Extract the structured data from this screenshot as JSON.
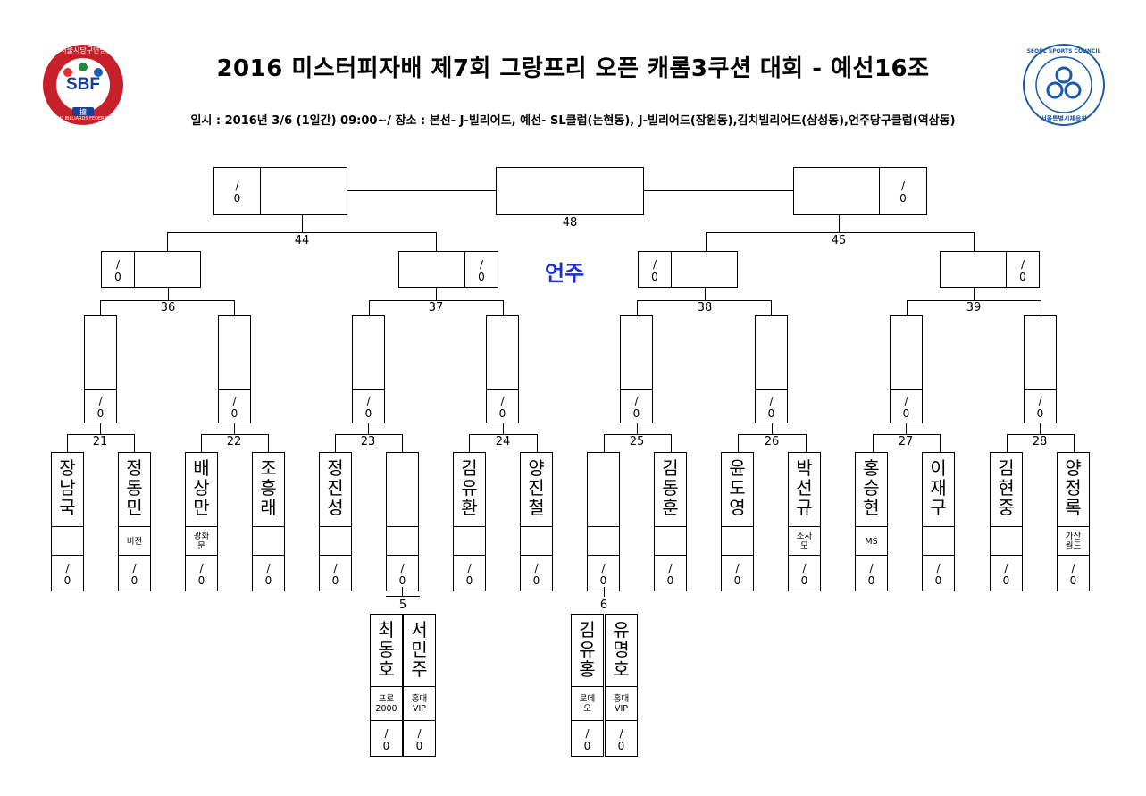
{
  "header": {
    "title": "2016 미스터피자배 제7회 그랑프리 오픈 캐롬3쿠션 대회 - 예선16조",
    "subtitle": "일시 : 2016년 3/6 (1일간) 09:00~/ 장소 : 본선- J-빌리어드, 예선- SL클럽(논현동), J-빌리어드(잠원동),김치빌리어드(삼성동),언주당구클럽(역삼동)",
    "left_logo": {
      "text": "SBF",
      "ring": "SEOUL BILLIARDS FEDERATION",
      "top": "서울시당구연맹",
      "bottom": "撞"
    },
    "right_logo": {
      "ring": "SEOUL SPORTS COUNCIL",
      "bottom": "서울특별시체육회"
    }
  },
  "venue_label": "언주",
  "score_blank": "/\n0",
  "match_numbers": {
    "m48": "48",
    "m44": "44",
    "m45": "45",
    "m36": "36",
    "m37": "37",
    "m38": "38",
    "m39": "39",
    "m21": "21",
    "m22": "22",
    "m23": "23",
    "m24": "24",
    "m25": "25",
    "m26": "26",
    "m27": "27",
    "m28": "28",
    "m5": "5",
    "m6": "6"
  },
  "players": [
    {
      "name": "장\n남\n국",
      "aff": ""
    },
    {
      "name": "정\n동\n민",
      "aff": "비젼"
    },
    {
      "name": "배\n상\n만",
      "aff": "광화\n문"
    },
    {
      "name": "조\n흥\n래",
      "aff": ""
    },
    {
      "name": "정\n진\n성",
      "aff": ""
    },
    {
      "name": "",
      "aff": ""
    },
    {
      "name": "김\n유\n환",
      "aff": ""
    },
    {
      "name": "양\n진\n철",
      "aff": ""
    },
    {
      "name": "",
      "aff": ""
    },
    {
      "name": "김\n동\n훈",
      "aff": ""
    },
    {
      "name": "윤\n도\n영",
      "aff": ""
    },
    {
      "name": "박\n선\n규",
      "aff": "조사\n모"
    },
    {
      "name": "홍\n승\n현",
      "aff": "MS"
    },
    {
      "name": "이\n재\n구",
      "aff": ""
    },
    {
      "name": "김\n현\n중",
      "aff": ""
    },
    {
      "name": "양\n정\n록",
      "aff": "가산\n월드"
    }
  ],
  "sub_players": [
    {
      "name": "최\n동\n호",
      "aff": "프로\n2000"
    },
    {
      "name": "서\n민\n주",
      "aff": "홍대\nVIP"
    },
    {
      "name": "김\n유\n홍",
      "aff": "로데\n오"
    },
    {
      "name": "유\n명\n호",
      "aff": "홍대\nVIP"
    }
  ]
}
